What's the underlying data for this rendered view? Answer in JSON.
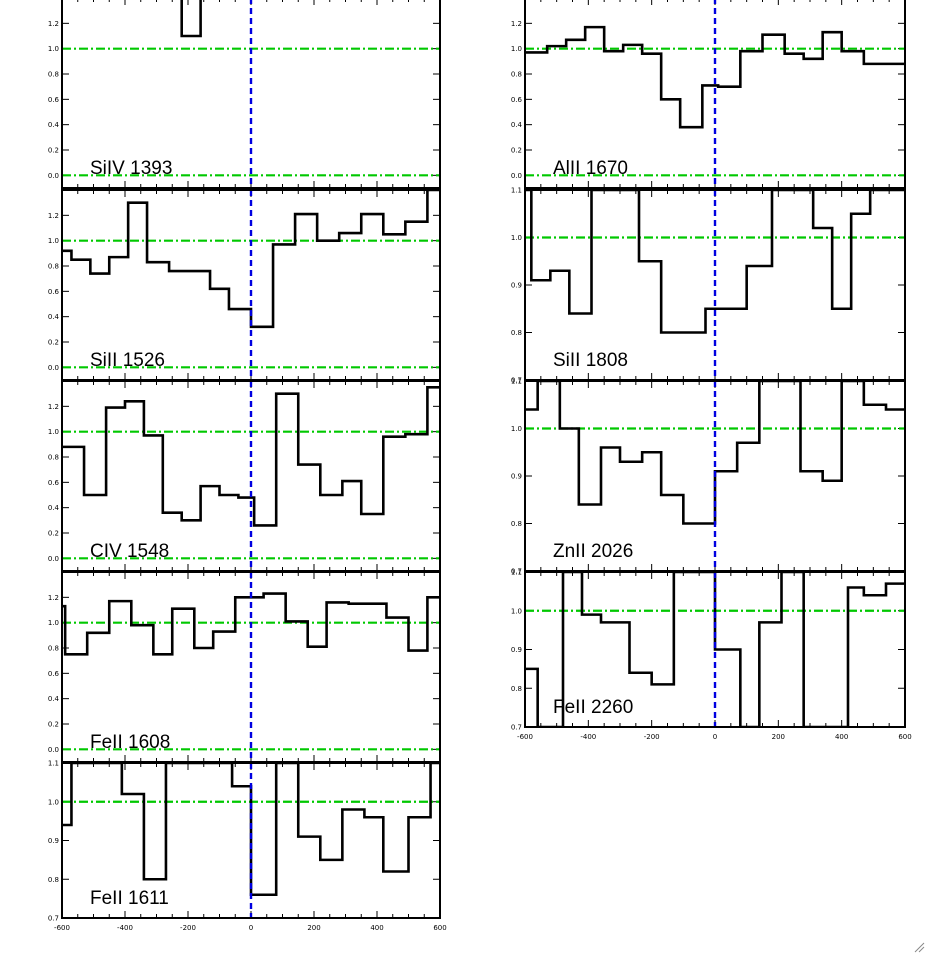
{
  "chart_data": [
    {
      "type": "line",
      "drawstyle": "steps",
      "label": "SiIV 1393",
      "xlim": [
        -600,
        600
      ],
      "ylim": [
        -0.1,
        1.4
      ],
      "yticks": [
        0.0,
        0.2,
        0.4,
        0.6,
        0.8,
        1.0,
        1.2
      ],
      "ytick_labels": [
        "0.0",
        "0.2",
        "0.4",
        "0.6",
        "0.8",
        "1.0",
        "1.2"
      ],
      "xticks": [
        -600,
        -400,
        -200,
        0,
        200,
        400,
        600
      ],
      "xtick_labels": [],
      "reference_y": [
        0.0,
        1.0
      ],
      "reference_x": 0,
      "x": [
        -220,
        -160
      ],
      "y": [
        1.1,
        1.1
      ]
    },
    {
      "type": "line",
      "drawstyle": "steps",
      "label": "AlII 1670",
      "xlim": [
        -600,
        600
      ],
      "ylim": [
        -0.1,
        1.4
      ],
      "yticks": [
        0.0,
        0.2,
        0.4,
        0.6,
        0.8,
        1.0,
        1.2
      ],
      "ytick_labels": [
        "0.0",
        "0.2",
        "0.4",
        "0.6",
        "0.8",
        "1.0",
        "1.2"
      ],
      "xticks": [
        -600,
        -400,
        -200,
        0,
        200,
        400,
        600
      ],
      "xtick_labels": [],
      "reference_y": [
        0.0,
        1.0
      ],
      "reference_x": 0,
      "x": [
        -600,
        -530,
        -470,
        -410,
        -350,
        -290,
        -230,
        -170,
        -110,
        -40,
        10,
        80,
        150,
        220,
        280,
        340,
        400,
        470,
        520,
        600
      ],
      "y": [
        0.97,
        1.02,
        1.07,
        1.17,
        0.98,
        1.03,
        0.96,
        0.6,
        0.38,
        0.71,
        0.7,
        0.98,
        1.11,
        0.96,
        0.92,
        1.13,
        0.98,
        0.88,
        0.88
      ]
    },
    {
      "type": "line",
      "drawstyle": "steps",
      "label": "SiII 1526",
      "xlim": [
        -600,
        600
      ],
      "ylim": [
        -0.1,
        1.4
      ],
      "yticks": [
        0.0,
        0.2,
        0.4,
        0.6,
        0.8,
        1.0,
        1.2
      ],
      "ytick_labels": [
        "0.0",
        "0.2",
        "0.4",
        "0.6",
        "0.8",
        "1.0",
        "1.2"
      ],
      "xticks": [
        -600,
        -400,
        -200,
        0,
        200,
        400,
        600
      ],
      "xtick_labels": [],
      "reference_y": [
        0.0,
        1.0
      ],
      "reference_x": 0,
      "x": [
        -600,
        -570,
        -510,
        -450,
        -390,
        -330,
        -260,
        -200,
        -130,
        -70,
        0,
        70,
        140,
        210,
        280,
        350,
        420,
        490,
        560,
        600
      ],
      "y": [
        0.92,
        0.85,
        0.74,
        0.87,
        1.3,
        0.83,
        0.76,
        0.76,
        0.62,
        0.46,
        0.32,
        0.97,
        1.21,
        1.0,
        1.06,
        1.21,
        1.05,
        1.15,
        1.4
      ]
    },
    {
      "type": "line",
      "drawstyle": "steps",
      "label": "SiII 1808",
      "xlim": [
        -600,
        600
      ],
      "ylim": [
        0.7,
        1.1
      ],
      "yticks": [
        0.7,
        0.8,
        0.9,
        1.0,
        1.1
      ],
      "ytick_labels": [
        "0.7",
        "0.8",
        "0.9",
        "1.0",
        "1.1"
      ],
      "xticks": [
        -600,
        -400,
        -200,
        0,
        200,
        400,
        600
      ],
      "xtick_labels": [],
      "reference_y": [
        1.0
      ],
      "reference_x": 0,
      "x": [
        -600,
        -580,
        -520,
        -460,
        -390,
        -320,
        -240,
        -170,
        -100,
        -30,
        20,
        100,
        180,
        240,
        310,
        370,
        430,
        490,
        540,
        600
      ],
      "y": [
        1.1,
        0.91,
        0.93,
        0.84,
        1.1,
        1.1,
        0.95,
        0.8,
        0.8,
        0.85,
        0.85,
        0.94,
        1.1,
        1.1,
        1.02,
        0.85,
        1.05,
        1.1,
        1.1
      ]
    },
    {
      "type": "line",
      "drawstyle": "steps",
      "label": "CIV 1548",
      "xlim": [
        -600,
        600
      ],
      "ylim": [
        -0.1,
        1.4
      ],
      "yticks": [
        0.0,
        0.2,
        0.4,
        0.6,
        0.8,
        1.0,
        1.2
      ],
      "ytick_labels": [
        "0.0",
        "0.2",
        "0.4",
        "0.6",
        "0.8",
        "1.0",
        "1.2"
      ],
      "xticks": [
        -600,
        -400,
        -200,
        0,
        200,
        400,
        600
      ],
      "xtick_labels": [],
      "reference_y": [
        0.0,
        1.0
      ],
      "reference_x": 0,
      "x": [
        -600,
        -530,
        -460,
        -400,
        -340,
        -280,
        -220,
        -160,
        -100,
        -40,
        10,
        80,
        150,
        220,
        290,
        350,
        420,
        490,
        560,
        600
      ],
      "y": [
        0.88,
        0.5,
        1.19,
        1.24,
        0.97,
        0.36,
        0.3,
        0.57,
        0.5,
        0.48,
        0.26,
        1.3,
        0.74,
        0.5,
        0.61,
        0.35,
        0.96,
        0.98,
        1.35
      ]
    },
    {
      "type": "line",
      "drawstyle": "steps",
      "label": "ZnII 2026",
      "xlim": [
        -600,
        600
      ],
      "ylim": [
        0.7,
        1.1
      ],
      "yticks": [
        0.7,
        0.8,
        0.9,
        1.0,
        1.1
      ],
      "ytick_labels": [
        "0.7",
        "0.8",
        "0.9",
        "1.0",
        "1.1"
      ],
      "xticks": [
        -600,
        -400,
        -200,
        0,
        200,
        400,
        600
      ],
      "xtick_labels": [],
      "reference_y": [
        1.0
      ],
      "reference_x": 0,
      "x": [
        -600,
        -560,
        -490,
        -430,
        -360,
        -300,
        -230,
        -170,
        -100,
        -30,
        0,
        70,
        140,
        210,
        270,
        340,
        400,
        470,
        540,
        600
      ],
      "y": [
        1.04,
        1.1,
        1.0,
        0.84,
        0.96,
        0.93,
        0.95,
        0.86,
        0.8,
        0.8,
        0.91,
        0.97,
        1.1,
        1.1,
        0.91,
        0.89,
        1.1,
        1.05,
        1.04
      ]
    },
    {
      "type": "line",
      "drawstyle": "steps",
      "label": "FeII 1608",
      "xlim": [
        -600,
        600
      ],
      "ylim": [
        -0.1,
        1.4
      ],
      "yticks": [
        0.0,
        0.2,
        0.4,
        0.6,
        0.8,
        1.0,
        1.2
      ],
      "ytick_labels": [
        "0.0",
        "0.2",
        "0.4",
        "0.6",
        "0.8",
        "1.0",
        "1.2"
      ],
      "xticks": [
        -600,
        -400,
        -200,
        0,
        200,
        400,
        600
      ],
      "xtick_labels": [],
      "reference_y": [
        0.0,
        1.0
      ],
      "reference_x": 0,
      "x": [
        -600,
        -590,
        -520,
        -450,
        -380,
        -310,
        -250,
        -180,
        -120,
        -50,
        -20,
        40,
        110,
        180,
        240,
        310,
        370,
        430,
        500,
        560,
        600
      ],
      "y": [
        1.13,
        0.75,
        0.92,
        1.17,
        0.98,
        0.75,
        1.11,
        0.8,
        0.93,
        1.2,
        1.2,
        1.23,
        1.01,
        0.81,
        1.16,
        1.15,
        1.15,
        1.04,
        0.78,
        1.2
      ]
    },
    {
      "type": "line",
      "drawstyle": "steps",
      "label": "FeII 2260",
      "xlim": [
        -600,
        600
      ],
      "ylim": [
        0.7,
        1.1
      ],
      "yticks": [
        0.7,
        0.8,
        0.9,
        1.0,
        1.1
      ],
      "ytick_labels": [
        "0.7",
        "0.8",
        "0.9",
        "1.0",
        "1.1"
      ],
      "xticks": [
        -600,
        -400,
        -200,
        0,
        200,
        400,
        600
      ],
      "xtick_labels": [
        "-600",
        "-400",
        "-200",
        "0",
        "200",
        "400",
        "600"
      ],
      "reference_y": [
        1.0
      ],
      "reference_x": 0,
      "x": [
        -600,
        -560,
        -480,
        -420,
        -360,
        -270,
        -200,
        -130,
        0,
        80,
        140,
        210,
        280,
        350,
        420,
        470,
        540,
        600
      ],
      "y": [
        0.85,
        0.7,
        1.1,
        0.99,
        0.97,
        0.84,
        0.81,
        1.1,
        0.9,
        0.7,
        0.97,
        1.1,
        0.7,
        0.7,
        1.06,
        1.04,
        1.07
      ]
    },
    {
      "type": "line",
      "drawstyle": "steps",
      "label": "FeII 1611",
      "xlim": [
        -600,
        600
      ],
      "ylim": [
        0.7,
        1.1
      ],
      "yticks": [
        0.7,
        0.8,
        0.9,
        1.0,
        1.1
      ],
      "ytick_labels": [
        "0.7",
        "0.8",
        "0.9",
        "1.0",
        "1.1"
      ],
      "xticks": [
        -600,
        -400,
        -200,
        0,
        200,
        400,
        600
      ],
      "xtick_labels": [
        "-600",
        "-400",
        "-200",
        "0",
        "200",
        "400",
        "600"
      ],
      "reference_y": [
        1.0
      ],
      "reference_x": 0,
      "x": [
        -600,
        -570,
        -530,
        -410,
        -340,
        -270,
        -200,
        -140,
        -60,
        0,
        80,
        150,
        220,
        290,
        360,
        420,
        500,
        570,
        600
      ],
      "y": [
        0.94,
        1.1,
        1.1,
        1.02,
        0.8,
        1.1,
        1.1,
        1.1,
        1.04,
        0.76,
        1.1,
        0.91,
        0.85,
        0.98,
        0.96,
        0.82,
        0.96,
        1.1
      ]
    }
  ],
  "icons": {
    "resize_grip": "resize-grip-icon"
  },
  "colors": {
    "reference_line": "#00c800",
    "zero_velocity_line": "#0000e0",
    "spectrum": "#000000"
  }
}
